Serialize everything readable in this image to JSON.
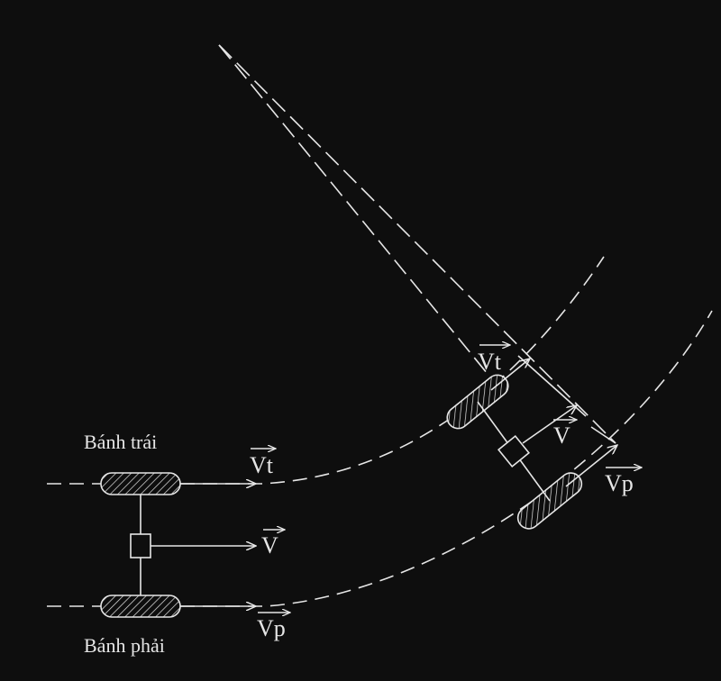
{
  "labels": {
    "left_wheel": "Bánh trái",
    "right_wheel": "Bánh phải"
  },
  "vectors": {
    "vt": "Vt",
    "v": "V",
    "vp": "Vp"
  },
  "colors": {
    "background": "#0e0e0e",
    "stroke": "#e6e6e6"
  }
}
